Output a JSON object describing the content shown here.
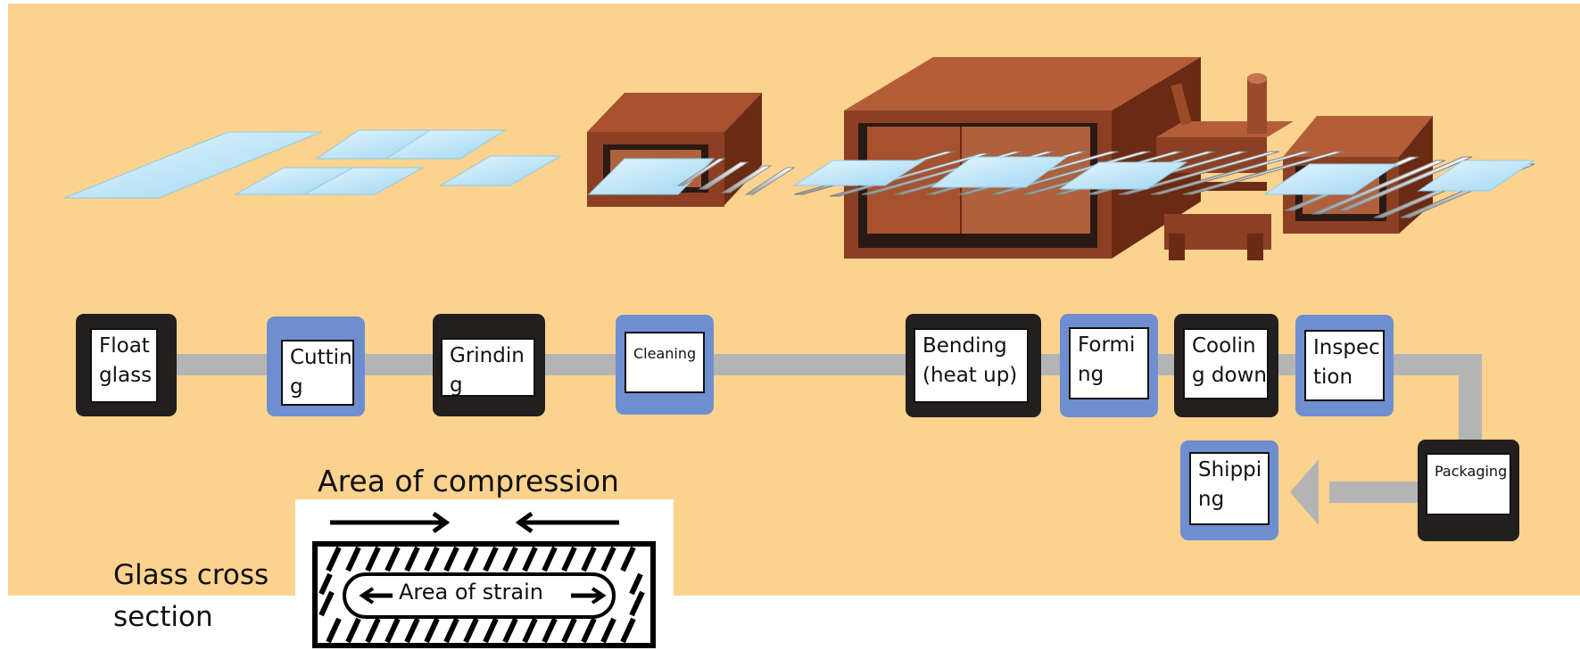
{
  "steps": {
    "float_glass": "Float glass",
    "cutting": "Cutting",
    "grinding": "Grinding",
    "cleaning": "Cleaning",
    "bending": "Bending (heat up)",
    "forming": "Forming",
    "cooling": "Cooling down",
    "inspection": "Inspection",
    "packaging": "Packaging",
    "shipping": "Shipping"
  },
  "cross_section": {
    "title": "Area of compression",
    "caption": "Glass cross section",
    "inner_label": "Area of strain"
  },
  "colors": {
    "background": "#fbd38f",
    "dark_node": "#231f1f",
    "blue_node": "#6e8ed0",
    "flow_line": "#b4b4b4",
    "furnace": "#8c3f22",
    "glass": "#bfe6f8"
  }
}
